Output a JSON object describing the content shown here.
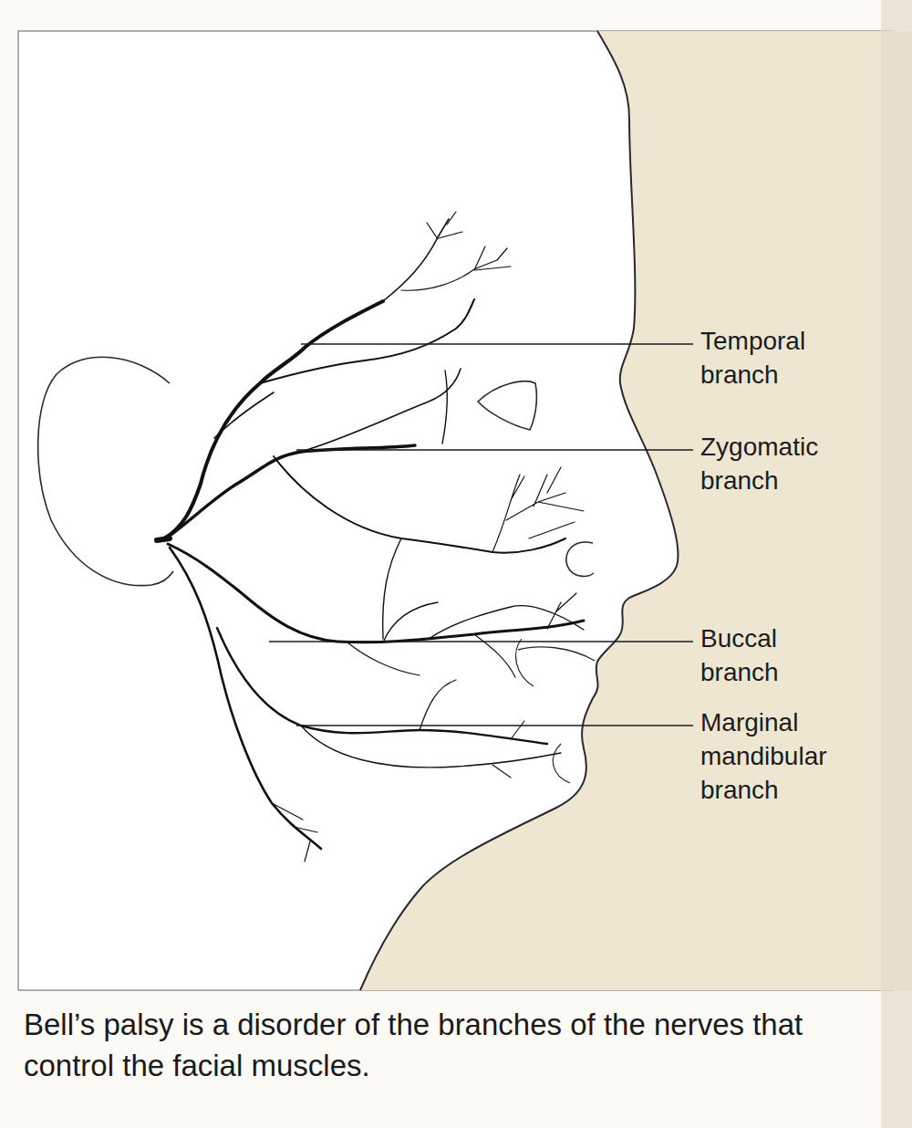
{
  "diagram": {
    "caption": "Bell’s palsy is a disorder of the branches of the nerves that control the facial muscles.",
    "labels": [
      "Temporal branch",
      "Zygomatic branch",
      "Buccal branch",
      "Marginal mandibular branch"
    ]
  }
}
